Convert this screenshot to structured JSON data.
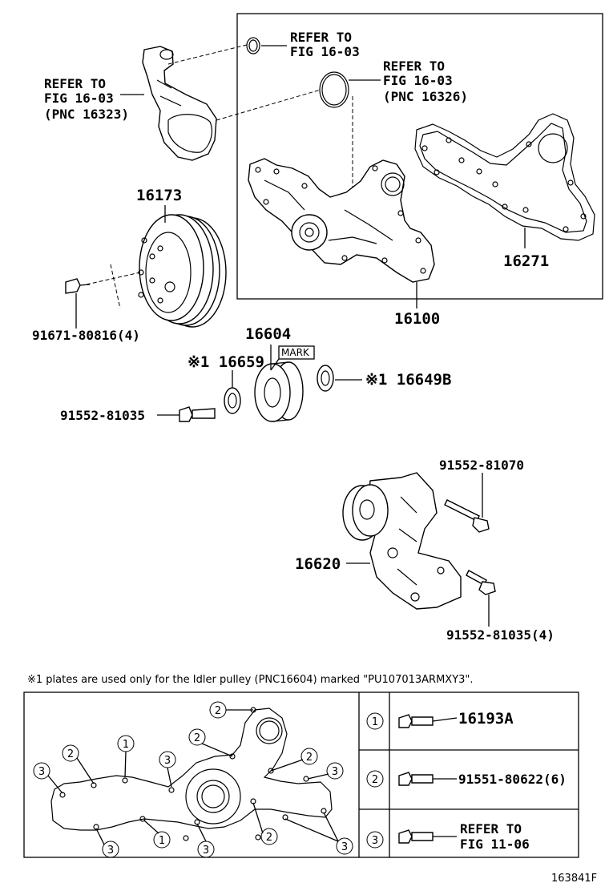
{
  "refs": {
    "ref_oring_small": [
      "REFER TO",
      "FIG 16-03"
    ],
    "ref_oring_large": [
      "REFER TO",
      "FIG 16-03",
      "(PNC 16326)"
    ],
    "ref_inlet": [
      "REFER TO",
      "FIG 16-03",
      "(PNC 16323)"
    ]
  },
  "parts": {
    "pulley": "16173",
    "pulley_bolt": "91671-80816(4)",
    "gasket": "16271",
    "water_pump_assy": "16100",
    "idler_pulley": "16604",
    "mark_label": "MARK",
    "plate_left": "※1 16659",
    "plate_right": "※1 16649B",
    "idler_bolt": "91552-81035",
    "tensioner": "16620",
    "tensioner_bolt_top": "91552-81070",
    "tensioner_bolt_bottom": "91552-81035(4)"
  },
  "footnote": "※1 plates are used only for the Idler pulley (PNC16604) marked \"PU107013ARMXY3\".",
  "legend": [
    {
      "key": "1",
      "text": [
        "16193A"
      ]
    },
    {
      "key": "2",
      "text": [
        "91551-80622(6)"
      ]
    },
    {
      "key": "3",
      "text": [
        "REFER TO",
        "FIG 11-06"
      ]
    }
  ],
  "bolt_markers": {
    "one": "1",
    "two": "2",
    "three": "3"
  },
  "figure_id": "163841F"
}
